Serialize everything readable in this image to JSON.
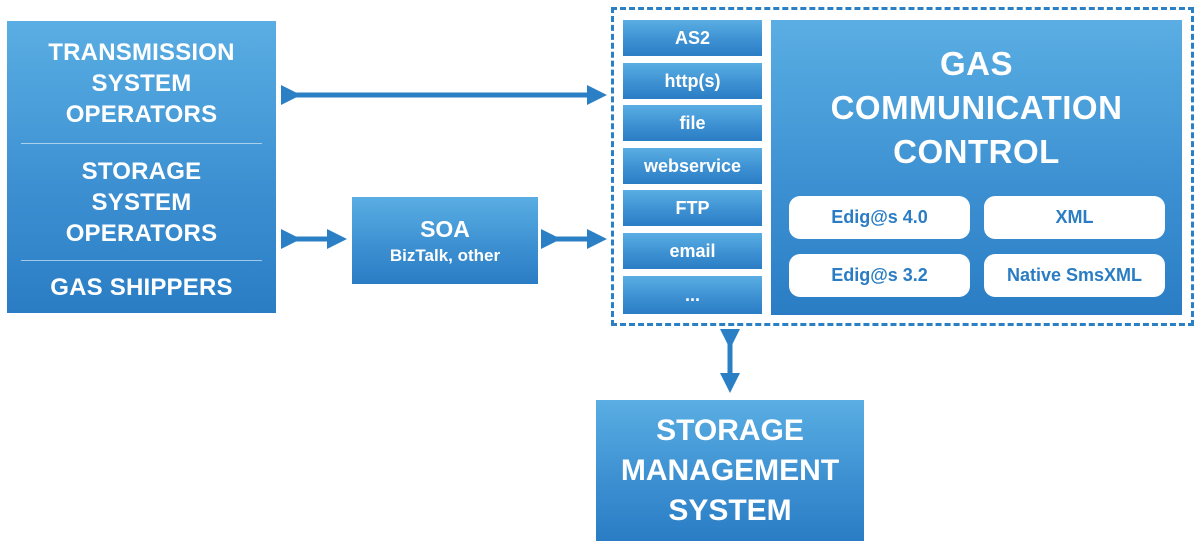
{
  "operators": {
    "transmission": [
      "TRANSMISSION",
      "SYSTEM",
      "OPERATORS"
    ],
    "storage": [
      "STORAGE",
      "SYSTEM",
      "OPERATORS"
    ],
    "shippers": "GAS SHIPPERS"
  },
  "soa": {
    "title": "SOA",
    "subtitle": "BizTalk, other"
  },
  "protocols": [
    "AS2",
    "http(s)",
    "file",
    "webservice",
    "FTP",
    "email",
    "..."
  ],
  "gcc": {
    "title": "GAS\nCOMMUNICATION\nCONTROL",
    "formats": [
      "Edig@s 4.0",
      "XML",
      "Edig@s 3.2",
      "Native SmsXML"
    ]
  },
  "sms": {
    "lines": [
      "STORAGE",
      "MANAGEMENT",
      "SYSTEM"
    ]
  },
  "colors": {
    "box_light": "#5aaee3",
    "box_dark": "#2a7dc4",
    "arrow": "#2b80c5",
    "text": "#ffffff"
  }
}
